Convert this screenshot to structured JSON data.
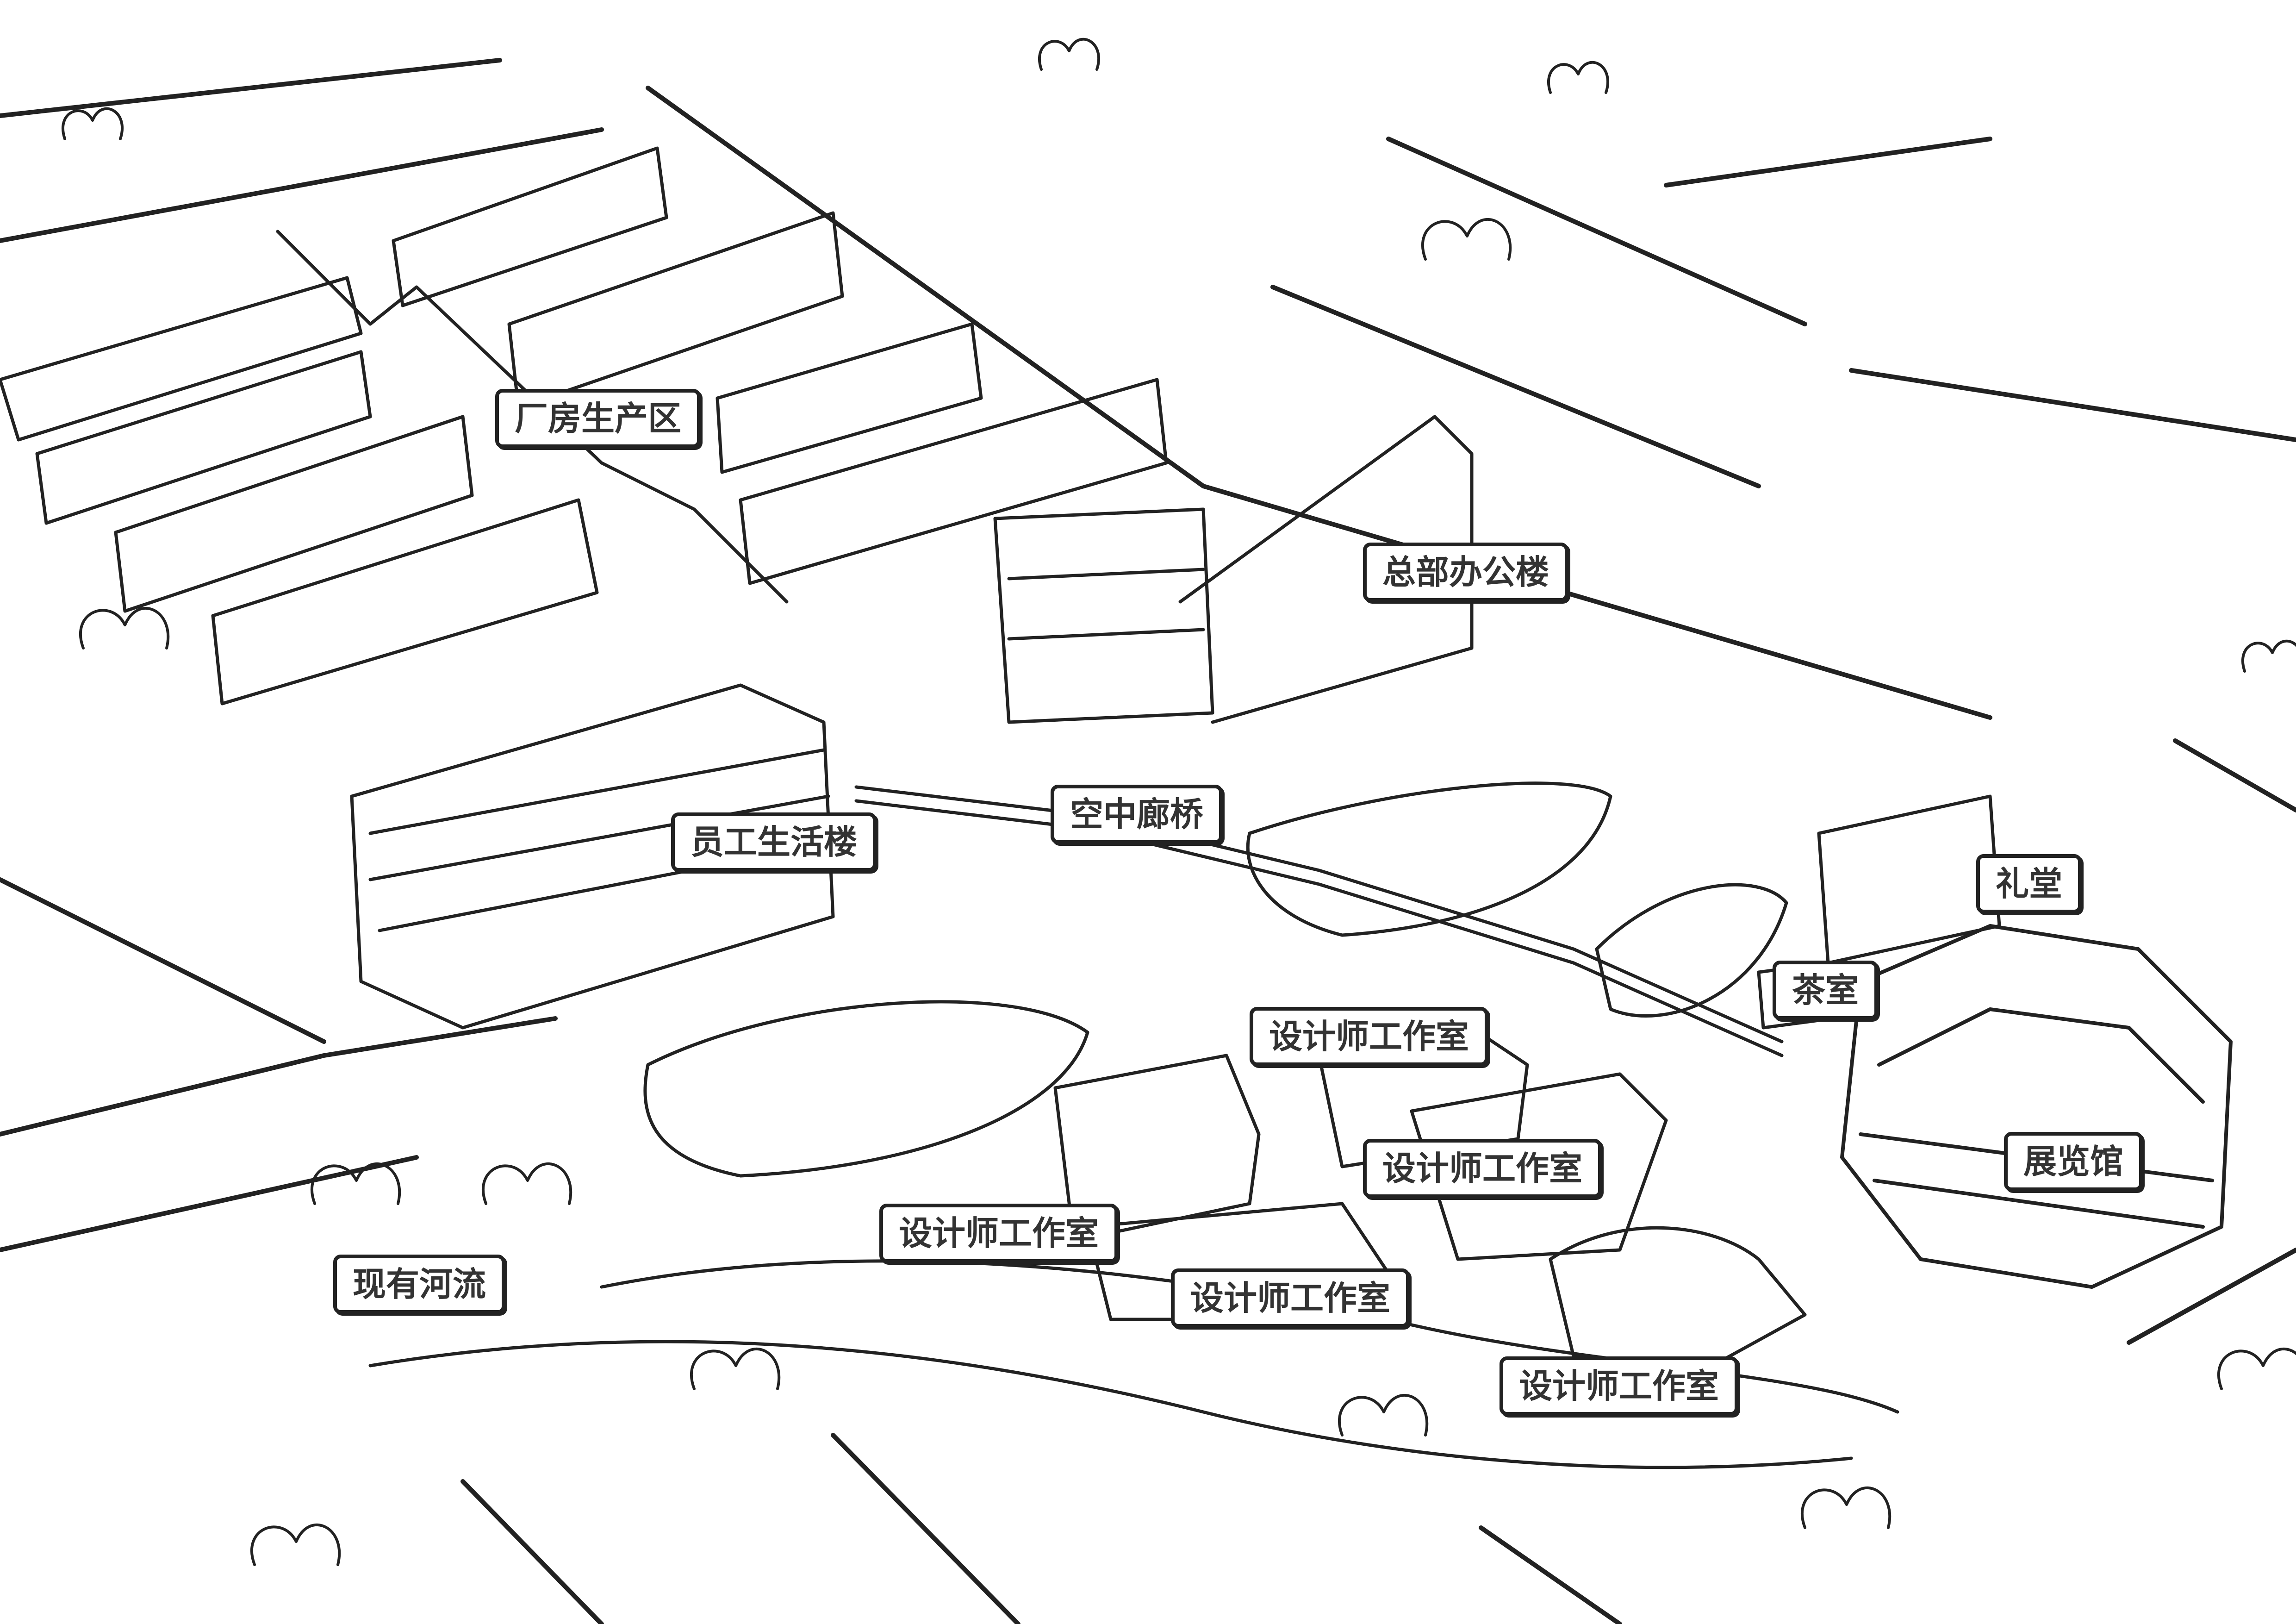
{
  "labels": {
    "factory": "厂房生产区",
    "hq": "总部办公楼",
    "skybridge": "空中廊桥",
    "staff": "员工生活楼",
    "hall": "礼堂",
    "tea": "茶室",
    "studio_1": "设计师工作室",
    "studio_2": "设计师工作室",
    "studio_3": "设计师工作室",
    "studio_4": "设计师工作室",
    "studio_5": "设计师工作室",
    "exhibition": "展览馆",
    "river": "现有河流"
  },
  "colors": {
    "ink": "#222222",
    "paper": "#ffffff",
    "label_text": "#333333"
  }
}
